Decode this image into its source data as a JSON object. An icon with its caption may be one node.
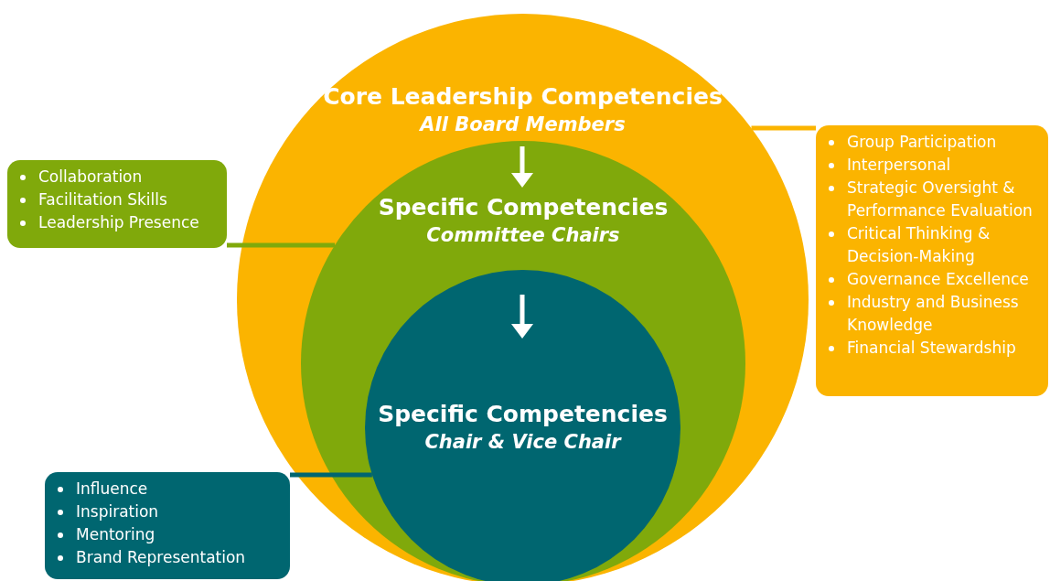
{
  "diagram": {
    "nodes": [
      {
        "text": [
          "Core Leadership Competencies",
          "All Board Members"
        ]
      },
      {
        "text": [
          "Specific Competencies",
          "Committee Chairs"
        ],
        "in": 0
      },
      {
        "text": [
          "Specific Competencies",
          "Chair & Vice Chair"
        ],
        "in": 1
      },
      {
        "text": [
          "Group Participation",
          "Interpersonal",
          "Strategic Oversight & Performance Evaluation",
          "Critical Thinking & Decision-Making",
          "Governance Excellence",
          "Industry and Business Knowledge",
          "Financial Stewardship"
        ]
      },
      {
        "text": [
          "Collaboration",
          "Facilitation Skills",
          "Leadership Presence"
        ]
      },
      {
        "text": [
          "Influence",
          "Inspiration",
          "Mentoring",
          "Brand Representation"
        ]
      }
    ],
    "edges": [
      {
        "from": 3,
        "to": 0,
        "arrow": "none",
        "color": "#fbb400"
      },
      {
        "from": 4,
        "to": 1,
        "arrow": "none",
        "color": "#80a90b"
      },
      {
        "from": 5,
        "to": 2,
        "arrow": "none",
        "color": "#006670"
      }
    ]
  }
}
